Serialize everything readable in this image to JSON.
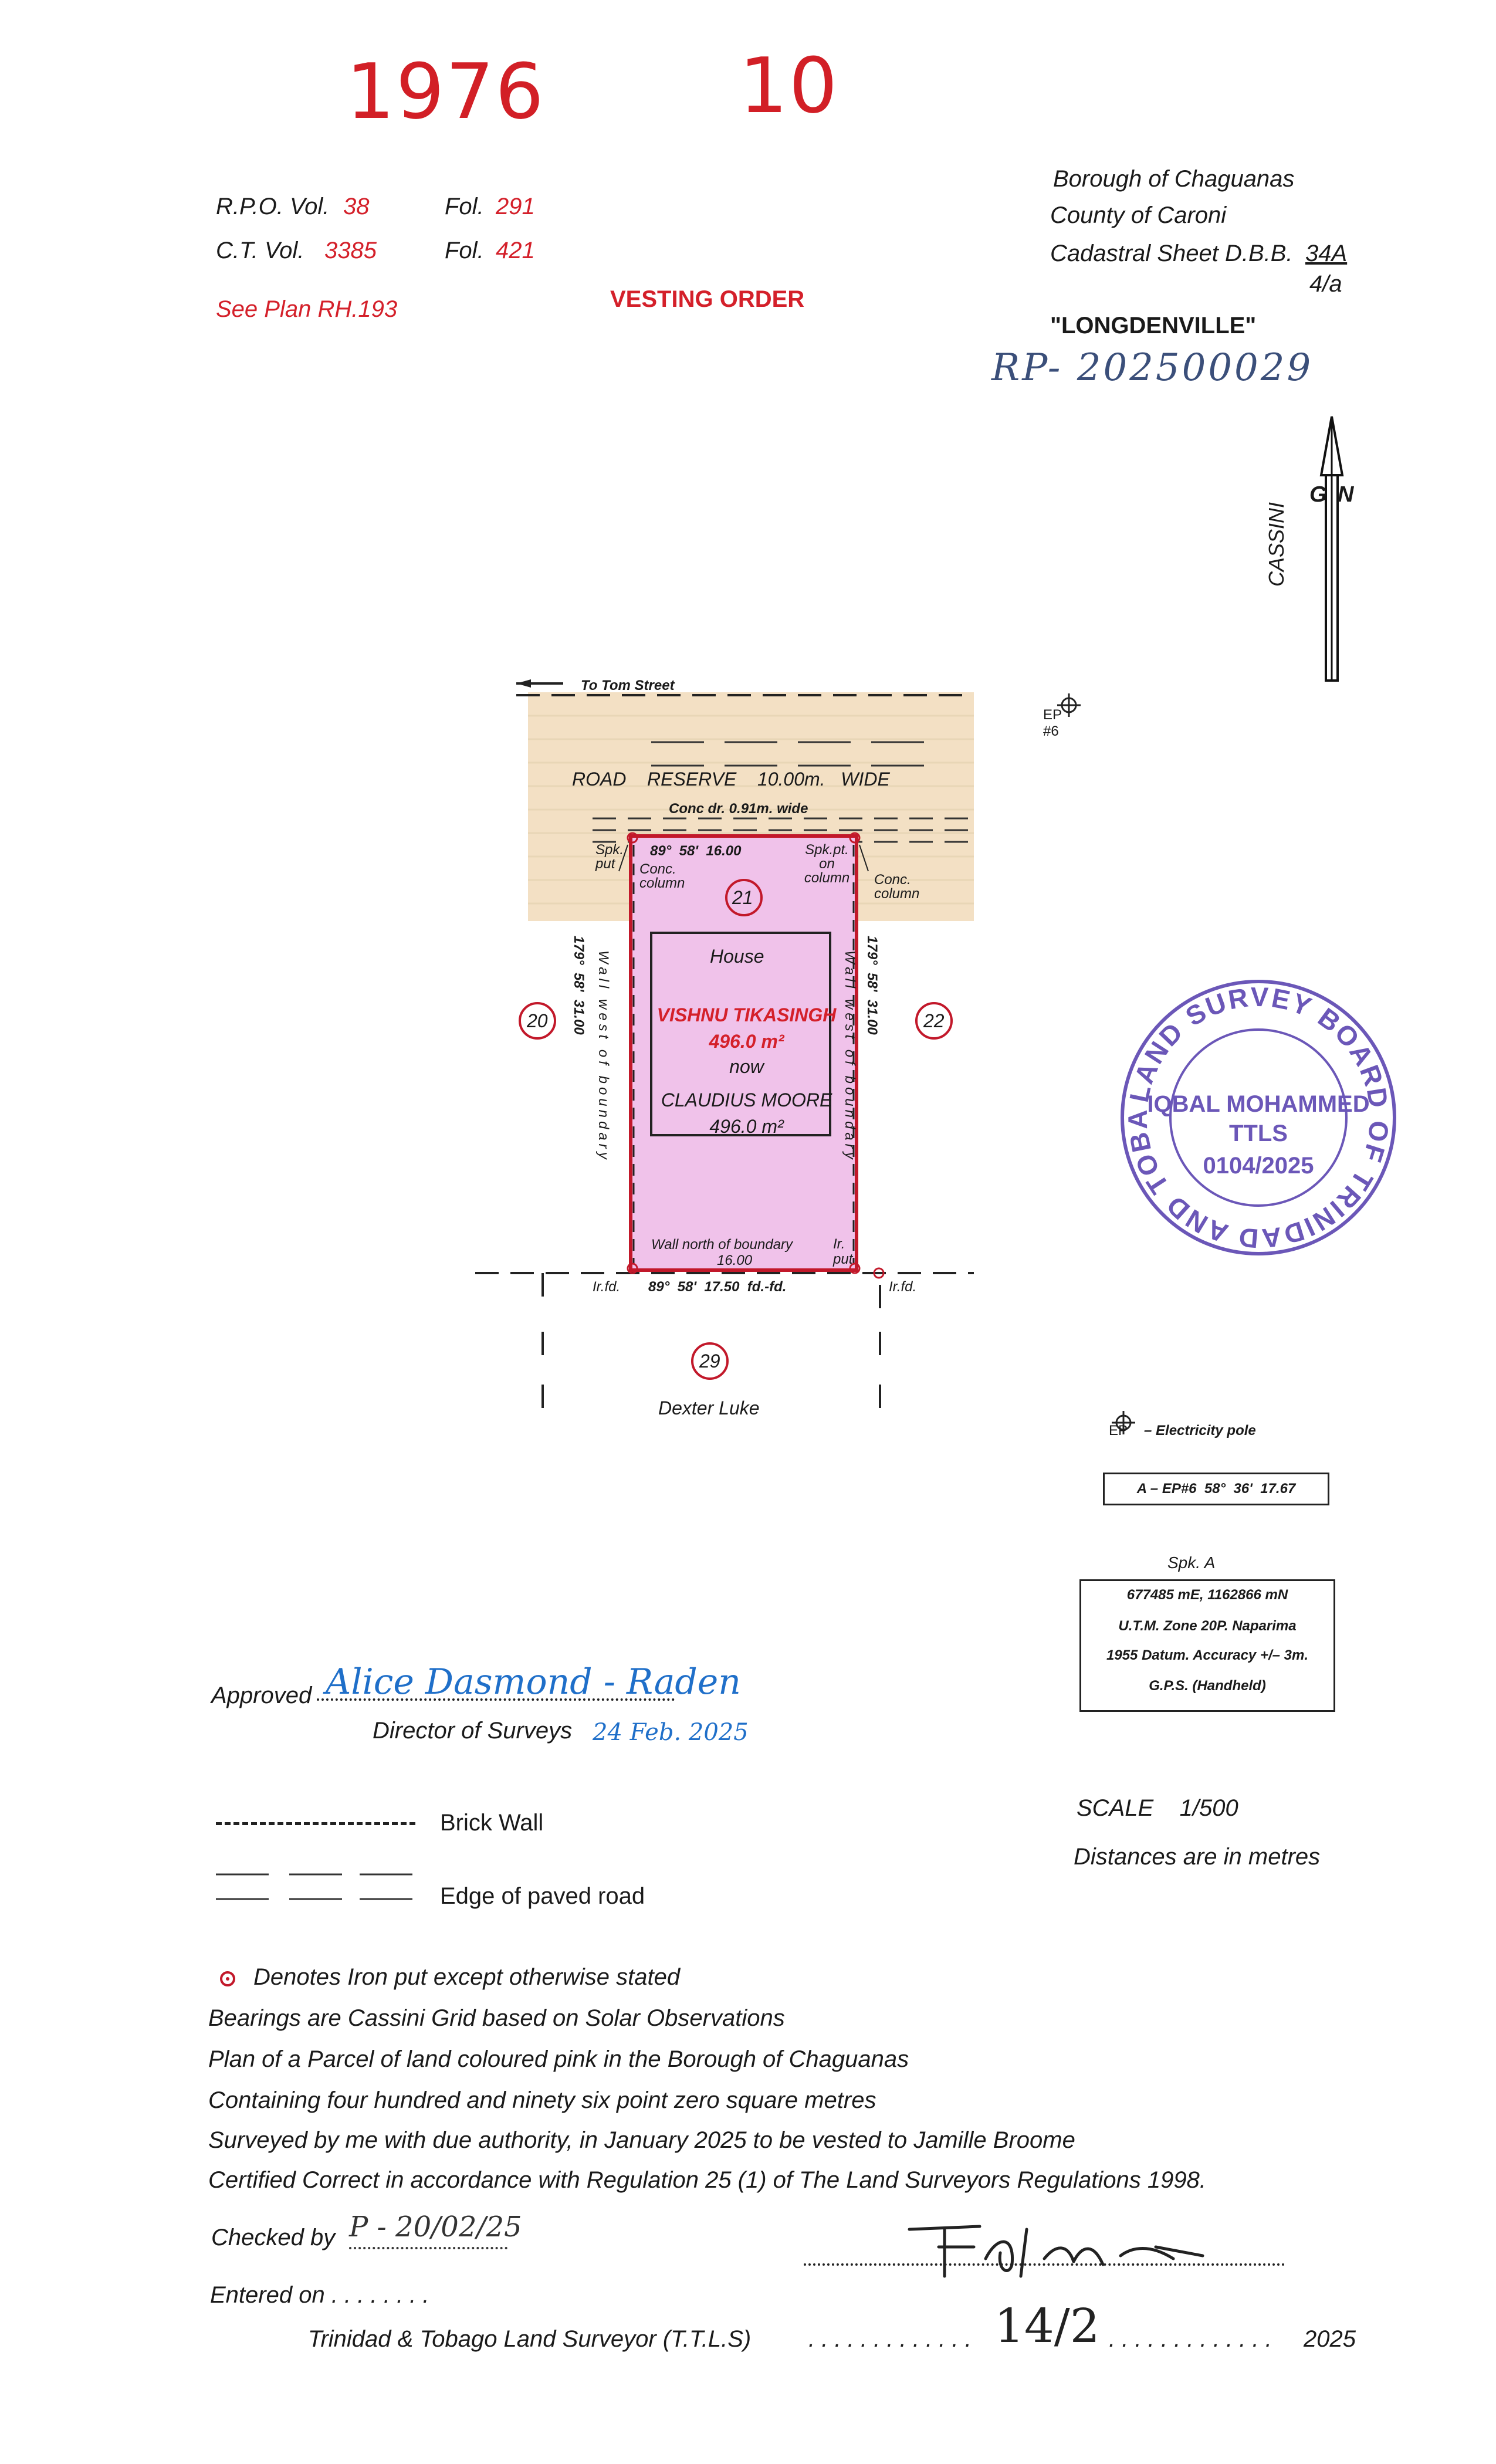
{
  "header": {
    "plan_number": "1976",
    "sheet_number": "10",
    "rpo_label": "R.P.O. Vol.",
    "rpo_vol": "38",
    "rpo_fol_label": "Fol.",
    "rpo_fol": "291",
    "ct_label": "C.T. Vol.",
    "ct_vol": "3385",
    "ct_fol_label": "Fol.",
    "ct_fol": "421",
    "see_plan": "See Plan RH.193",
    "vesting_order": "VESTING ORDER",
    "borough": "Borough of Chaguanas",
    "county": "County of Caroni",
    "cadastral_label": "Cadastral Sheet D.B.B.",
    "cadastral_sheet": "34A",
    "cadastral_sub": "4/a",
    "area_name": "\"LONGDENVILLE\"",
    "reg_number": "RP- 202500029"
  },
  "north_arrow": {
    "grid_letters": "G",
    "north_letter": "N",
    "system": "CASSINI"
  },
  "plan": {
    "to_street": "To Tom Street",
    "road_reserve": "ROAD    RESERVE    10.00m.   WIDE",
    "drain": "Conc dr. 0.91m. wide",
    "ep_label": "EP",
    "ep_num": "#6",
    "top_bearing": "89°  58'  16.00",
    "spk_put": "Spk. put",
    "spk_pt_column": "Spk.pt. on column",
    "conc_column_left": "Conc. column",
    "conc_column_right": "Conc. column",
    "lot_number": "21",
    "lot_left": "20",
    "lot_right": "22",
    "lot_bottom": "29",
    "house": "House",
    "owner_old": "VISHNU TIKASINGH",
    "area_old": "496.0 m²",
    "now": "now",
    "owner_new": "CLAUDIUS MOORE",
    "area_new": "496.0 m²",
    "left_bearing": "179°  58'  31.00",
    "left_wall": "Wall west of boundary",
    "right_bearing": "179°  58'  31.00",
    "right_wall": "Wall west of boundary",
    "bottom_wall": "Wall north of boundary",
    "bottom_wall_dist": "16.00",
    "ir_put": "Ir. put",
    "bottom_bearing": "89°  58'  17.50  fd.-fd.",
    "ir_fd_left": "Ir.fd.",
    "ir_fd_right": "Ir.fd.",
    "neighbour_bottom": "Dexter Luke"
  },
  "stamp": {
    "outer_text": "LAND SURVEY BOARD OF TRINIDAD AND TOBAGO",
    "name": "IQBAL MOHAMMED",
    "title": "TTLS",
    "number": "0104/2025"
  },
  "legend_right": {
    "ep_symbol_label": "EP",
    "ep_desc": "–  Electricity pole",
    "ep_ref": "A – EP#6  58°  36'  17.67",
    "spk_title": "Spk. A",
    "coords": "677485 mE, 1162866 mN",
    "utm": "U.T.M. Zone 20P. Naparima",
    "datum": "1955 Datum. Accuracy +/– 3m.",
    "gps": "G.P.S. (Handheld)",
    "scale": "SCALE    1/500",
    "distances": "Distances are in metres"
  },
  "approval": {
    "approved": "Approved",
    "director": "Director of Surveys",
    "sign_name": "Alice Dasmond - Raden",
    "sign_date": "24 Feb. 2025"
  },
  "legend_left": {
    "brick_wall": "Brick Wall",
    "paved_road": "Edge of paved road",
    "iron_put": "Denotes Iron put except otherwise stated"
  },
  "notes": [
    "Bearings are Cassini Grid based on Solar Observations",
    "Plan of a Parcel of land coloured pink in the Borough of Chaguanas",
    "Containing four hundred and ninety six point zero square metres",
    "Surveyed by me with due authority, in January 2025 to be vested to Jamille Broome",
    "Certified Correct in accordance with Regulation 25 (1) of The Land Surveyors Regulations 1998."
  ],
  "footer": {
    "checked_by": "Checked by",
    "checked_sign": "P - 20/02/25",
    "entered_on": "Entered on . . . . . . . .",
    "surveyor_label": "Trinidad & Tobago Land Surveyor (T.T.L.S)",
    "date_dots": ". . . . . . . . . . . . .",
    "date_hand": "14/2",
    "year": "2025"
  },
  "colors": {
    "red": "#d21f26",
    "pink": "#f0c2ea",
    "road": "#f3e0c4",
    "blue_ink": "#1f6fc9",
    "stamp": "#6b57b8"
  }
}
